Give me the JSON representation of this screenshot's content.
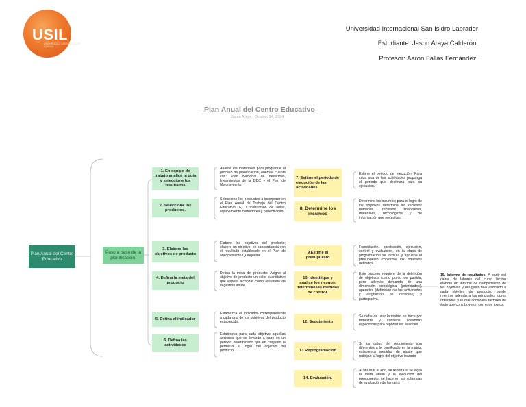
{
  "header": {
    "logo_text": "USIL",
    "logo_subtext": "UNIVERSIDAD SAN IGNACIO DE LOYOLA",
    "university": "Universidad Internacional San Isidro Labrador",
    "student": "Estudiante: Jason Araya Calderón.",
    "professor": "Profesor: Aaron Fallas Fernández."
  },
  "diagram": {
    "title": "Plan Anual del Centro Educativo",
    "subtitle": "Jason Araya  |  October 24, 2024",
    "root": "Plan Anual del Centro Educativo",
    "middle": "Paso a paso de la planificación.",
    "steps": [
      {
        "label": "1. En equipo de trabajo analice la guía y seleccione los resultados",
        "desc": "Analice los materiales para programar el proceso de planificación, además cuente con: Plan Nacional de desarrollo, lineamientos de la DDC y el Plan de Mejoramiento."
      },
      {
        "label": "2. Seleccione los productos.",
        "desc": "Seleccione los productos a incorporar en el Plan Anual de Trabajo del Centro Educativo. Ej. Construcción de aulas, equipamiento comedores y conectividad."
      },
      {
        "label": "3. Elabore los objetivos de producto",
        "desc": "Elabore los objetivos del producto; elabore un objetivo, en concordancia con el resultado establecido en el Plan de Mejoramiento Quinquenal"
      },
      {
        "label": "4. Defina la meta del producto",
        "desc": "Defina la meta del producto: Asigne al objetivo de producto un valor cuantitativo que espera alcanzar como resultado de la gestión anual."
      },
      {
        "label": "5. Defina el indicador",
        "desc": "Establezca el indicador correspondiente a cada uno de los objetivos del producto establecido."
      },
      {
        "label": "6. Defina las actividades",
        "desc": "Establezca para cada objetivo aquellas acciones que se llevarán a cabo en un periodo determinado que en conjunto le permitirá el logro del objetivo del producto"
      }
    ],
    "ysteps": [
      {
        "label": "7. Estime el periodo de ejecución de las actividades",
        "desc": "Estime el periodo de ejecución. Para cada una de las actividades proponga el periodo que destinará para su ejecución."
      },
      {
        "label": "8. Determine los insumos",
        "desc": "Determine los insumos; para el logro de los objetivos determine los recursos humanos, recursos financieros, materiales, tecnológicos y de información que necesitan."
      },
      {
        "label": "9.Estime el presupuesto",
        "desc": "Formulación, aprobación, ejecución, control y evaluación, en la etapa de programación se formula y aprueba el presupuesto conforme los objetivos definidos."
      },
      {
        "label": "10. Identifique y analice los riesgos, determine las medidas de control.",
        "desc": "Este proceso requiere de la definición de objetivos como punto de partida, pero además demanda de una dimensión estratégica (prioridades), operativa (definición de las actividades y asignación de recursos) y participativa."
      },
      {
        "label": "12. Seguimiento",
        "desc": "Se debe de usar la matriz, se hace por trimestre y contiene columnas específicas para reportar los avances."
      },
      {
        "label": "13.Reprogramación",
        "desc": "Si los datos del seguimiento son diferentes a lo planificado en la matriz, establezca medidas de ajuste que redirijan al logro del objetivo trazado"
      },
      {
        "label": "14. Evaluación.",
        "desc": "Al finalizar el año, se reporta si se logró la meta anual y la ejecución del presupuesto, se hace en las columnas de evaluación de la matriz"
      }
    ],
    "final": {
      "label": "15. Informe de resultados:",
      "desc": "A partir del cierre de labores del curso lectivo elabore un informe de cumplimiento de los objetivos y del gasto real asociado a cada objetivo de producto, puede referirse además a los principales logros obtenidos y lo que considera factores de éxito que contribuyeron con esos logros."
    }
  },
  "colors": {
    "root": "#2e8b6e",
    "middle": "#7fd39a",
    "step": "#c7efcf",
    "ystep": "#fff3ad",
    "logo": "#ee7a2c"
  }
}
